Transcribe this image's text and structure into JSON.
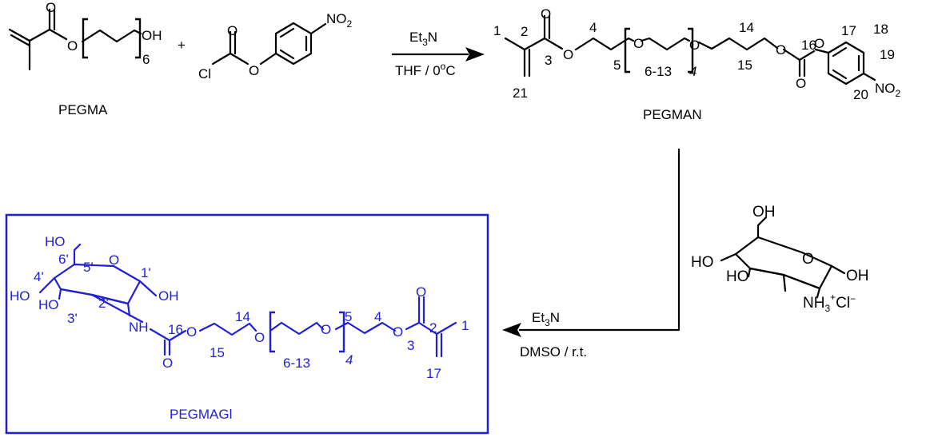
{
  "colors": {
    "black": "#000000",
    "product": "#1f1fd6",
    "background": "#ffffff"
  },
  "pegma": {
    "O_carbonyl": "O",
    "O_ester": "O",
    "OH": "OH",
    "repeat_n": "6",
    "name": "PEGMA"
  },
  "plus": "+",
  "nitrophenyl_chloroformate": {
    "O_carbonyl": "O",
    "Cl": "Cl",
    "O_ester": "O",
    "NO": "NO",
    "NO_sub": "2"
  },
  "step1": {
    "reagent_main": "Et",
    "reagent_sub": "3",
    "reagent_end": "N",
    "conditions_a": "THF / 0",
    "conditions_sup": "o",
    "conditions_b": "C"
  },
  "pegman": {
    "atoms": {
      "O_carbonyl": "O",
      "O_ester": "O",
      "O_ether1": "O",
      "O_ether2": "O",
      "O_carb_ester": "O",
      "O_carb_carbonyl": "O",
      "O_phenyl": "O",
      "NO": "NO",
      "NO_sub": "2"
    },
    "numbers": {
      "n1": "1",
      "n2": "2",
      "n3": "3",
      "n4": "4",
      "n5": "5",
      "n6_13": "6-13",
      "n14": "14",
      "n15": "15",
      "n16": "16",
      "n17": "17",
      "n18": "18",
      "n19": "19",
      "n20": "20",
      "n21": "21"
    },
    "repeat_n": "4",
    "name": "PEGMAN"
  },
  "glucosamine": {
    "OH_top": "OH",
    "O_ring": "O",
    "HO_left": "HO",
    "HO_mid": "HO",
    "OH_right": "OH",
    "NH": "NH",
    "NH_sub": "3",
    "charge_plus": "+",
    "Cl": "Cl",
    "charge_minus": "−"
  },
  "step2": {
    "reagent_main": "Et",
    "reagent_sub": "3",
    "reagent_end": "N",
    "conditions": "DMSO / r.t."
  },
  "pegmagl": {
    "atoms": {
      "HO_top": "HO",
      "O_ring": "O",
      "HO_left": "HO",
      "HO_mid": "HO",
      "OH_right": "OH",
      "NH": "NH",
      "O_carb_carbonyl": "O",
      "O_carb_ester": "O",
      "O_ether1": "O",
      "O_ether2": "O",
      "O_ester": "O",
      "O_carbonyl": "O"
    },
    "numbers": {
      "p6": "6'",
      "p5": "5'",
      "p4": "4'",
      "p1": "1'",
      "p2": "2'",
      "p3": "3'",
      "n16": "16",
      "n14": "14",
      "n15": "15",
      "n5": "5",
      "n6_13": "6-13",
      "n4": "4",
      "n3": "3",
      "n2": "2",
      "n1": "1",
      "n17": "17"
    },
    "repeat_n": "4",
    "name": "PEGMAGl"
  }
}
